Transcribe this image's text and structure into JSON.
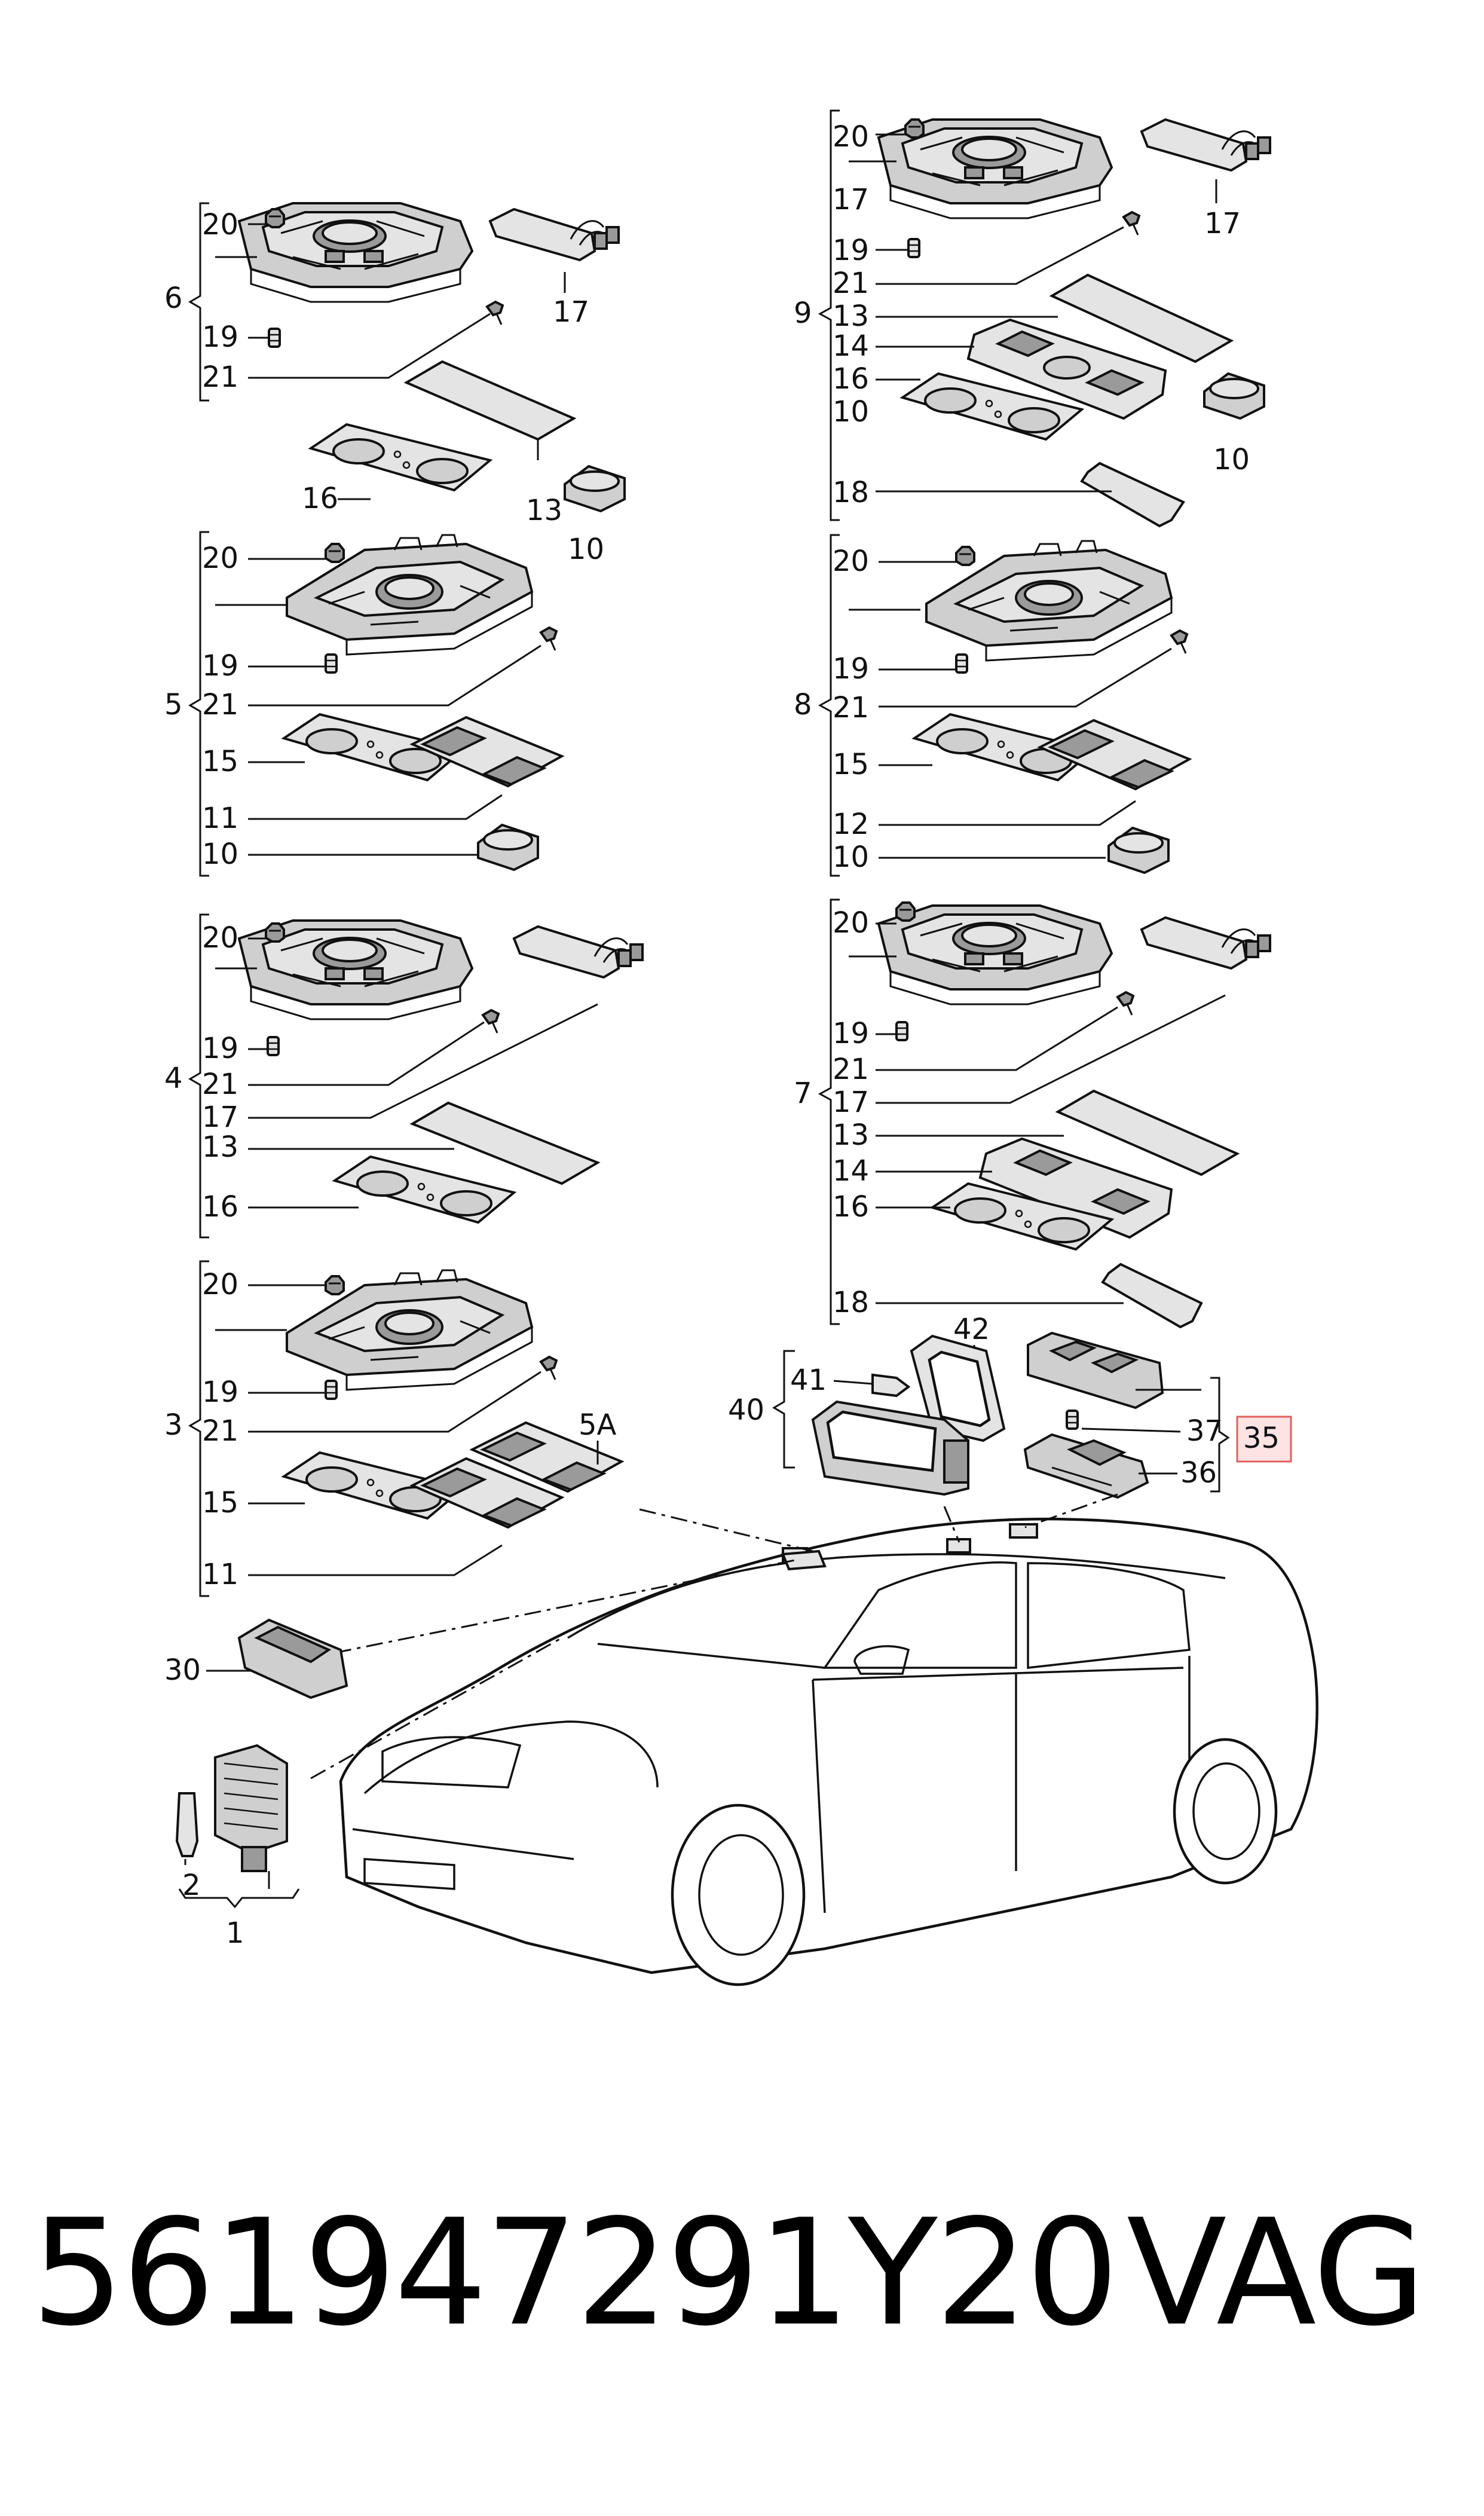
{
  "groups": {
    "g6": {
      "brace": "6",
      "items": [
        "20",
        "19",
        "21"
      ],
      "side": [
        "17",
        "16",
        "13",
        "10"
      ]
    },
    "g5": {
      "brace": "5",
      "items": [
        "20",
        "19",
        "21",
        "15",
        "11",
        "10"
      ]
    },
    "g4": {
      "brace": "4",
      "items": [
        "20",
        "19",
        "21",
        "17",
        "13",
        "16"
      ]
    },
    "g3": {
      "brace": "3",
      "items": [
        "20",
        "19",
        "21",
        "15",
        "11"
      ],
      "side": [
        "5A"
      ]
    },
    "g9": {
      "brace": "9",
      "items": [
        "20",
        "17",
        "19",
        "21",
        "13",
        "14",
        "16",
        "10",
        "18"
      ],
      "side": [
        "17",
        "10"
      ]
    },
    "g8": {
      "brace": "8",
      "items": [
        "20",
        "19",
        "21",
        "15",
        "12",
        "10"
      ]
    },
    "g7": {
      "brace": "7",
      "items": [
        "20",
        "19",
        "21",
        "17",
        "13",
        "14",
        "16",
        "18"
      ]
    },
    "g40": {
      "brace": "40",
      "items": [
        "41",
        "42"
      ]
    },
    "g35": {
      "brace": "35",
      "items": [
        "37",
        "36"
      ]
    },
    "g1": {
      "brace": "1",
      "items": [
        "2"
      ]
    },
    "lone": {
      "l30": "30"
    }
  },
  "footer": {
    "part_number": "561947291Y20",
    "brand": "VAG"
  },
  "colors": {
    "highlight_border": "#e06060",
    "highlight_fill": "#fde3e3",
    "highlight_text": "#e06060"
  }
}
